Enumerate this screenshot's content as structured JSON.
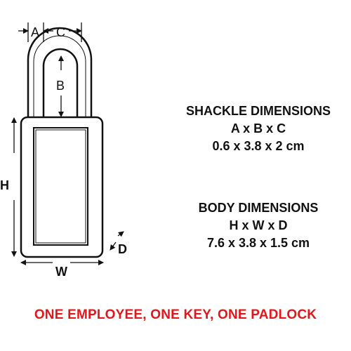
{
  "diagram": {
    "label_a": "A",
    "label_b": "B",
    "label_c": "C",
    "label_h": "H",
    "label_w": "W",
    "label_d": "D"
  },
  "shackle": {
    "title": "SHACKLE DIMENSIONS",
    "formula": "A x B x C",
    "value": "0.6 x 3.8 x 2 cm"
  },
  "body": {
    "title": "BODY DIMENSIONS",
    "formula": "H x W x D",
    "value": "7.6 x 3.8 x 1.5 cm"
  },
  "footer": {
    "slogan": "ONE EMPLOYEE, ONE KEY, ONE PADLOCK"
  }
}
